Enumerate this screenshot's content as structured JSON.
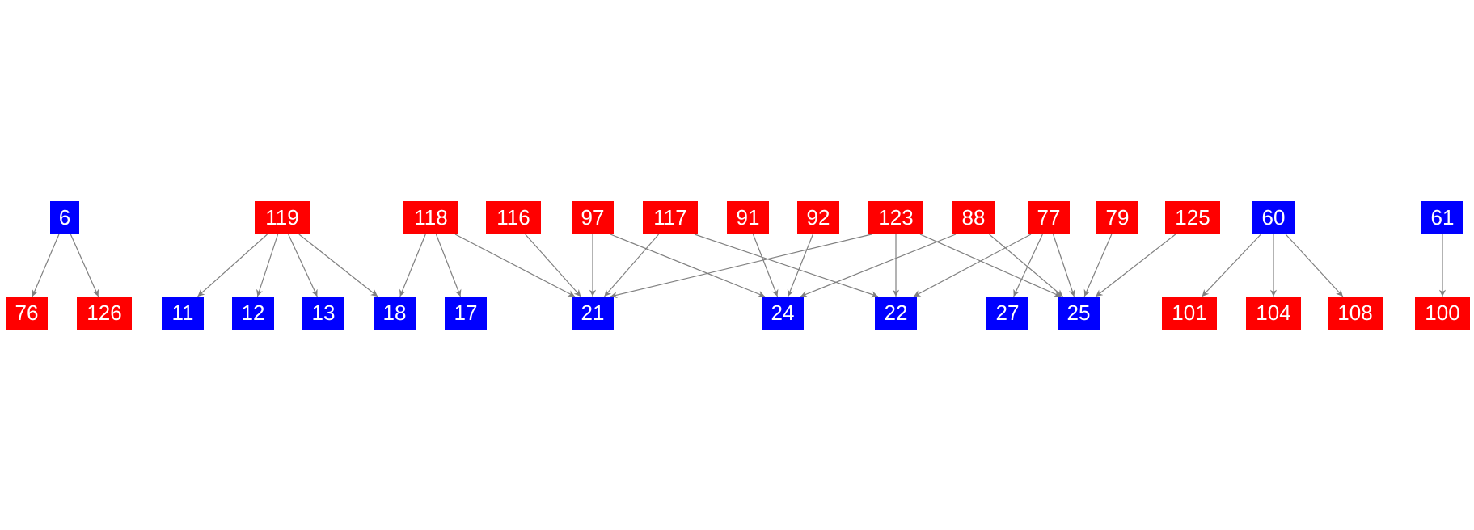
{
  "colors": {
    "red": "#ff0000",
    "blue": "#0000ff",
    "edge": "#808080",
    "text": "#ffffff"
  },
  "nodes": {
    "top": [
      {
        "id": "6",
        "color": "blue"
      },
      {
        "id": "119",
        "color": "red"
      },
      {
        "id": "118",
        "color": "red"
      },
      {
        "id": "116",
        "color": "red"
      },
      {
        "id": "97",
        "color": "red"
      },
      {
        "id": "117",
        "color": "red"
      },
      {
        "id": "91",
        "color": "red"
      },
      {
        "id": "92",
        "color": "red"
      },
      {
        "id": "123",
        "color": "red"
      },
      {
        "id": "88",
        "color": "red"
      },
      {
        "id": "77",
        "color": "red"
      },
      {
        "id": "79",
        "color": "red"
      },
      {
        "id": "125",
        "color": "red"
      },
      {
        "id": "60",
        "color": "blue"
      },
      {
        "id": "61",
        "color": "blue"
      }
    ],
    "bottom": [
      {
        "id": "76",
        "color": "red"
      },
      {
        "id": "126",
        "color": "red"
      },
      {
        "id": "11",
        "color": "blue"
      },
      {
        "id": "12",
        "color": "blue"
      },
      {
        "id": "13",
        "color": "blue"
      },
      {
        "id": "18",
        "color": "blue"
      },
      {
        "id": "17",
        "color": "blue"
      },
      {
        "id": "21",
        "color": "blue"
      },
      {
        "id": "24",
        "color": "blue"
      },
      {
        "id": "22",
        "color": "blue"
      },
      {
        "id": "27",
        "color": "blue"
      },
      {
        "id": "25",
        "color": "blue"
      },
      {
        "id": "101",
        "color": "red"
      },
      {
        "id": "104",
        "color": "red"
      },
      {
        "id": "108",
        "color": "red"
      },
      {
        "id": "100",
        "color": "red"
      }
    ]
  },
  "edges": [
    [
      "6",
      "76"
    ],
    [
      "6",
      "126"
    ],
    [
      "119",
      "11"
    ],
    [
      "119",
      "12"
    ],
    [
      "119",
      "13"
    ],
    [
      "119",
      "18"
    ],
    [
      "118",
      "18"
    ],
    [
      "118",
      "17"
    ],
    [
      "118",
      "21"
    ],
    [
      "116",
      "21"
    ],
    [
      "97",
      "21"
    ],
    [
      "97",
      "24"
    ],
    [
      "117",
      "21"
    ],
    [
      "117",
      "22"
    ],
    [
      "91",
      "24"
    ],
    [
      "92",
      "24"
    ],
    [
      "123",
      "21"
    ],
    [
      "123",
      "22"
    ],
    [
      "123",
      "25"
    ],
    [
      "88",
      "24"
    ],
    [
      "88",
      "25"
    ],
    [
      "77",
      "22"
    ],
    [
      "77",
      "27"
    ],
    [
      "77",
      "25"
    ],
    [
      "79",
      "25"
    ],
    [
      "125",
      "25"
    ],
    [
      "60",
      "101"
    ],
    [
      "60",
      "104"
    ],
    [
      "60",
      "108"
    ],
    [
      "61",
      "100"
    ]
  ]
}
